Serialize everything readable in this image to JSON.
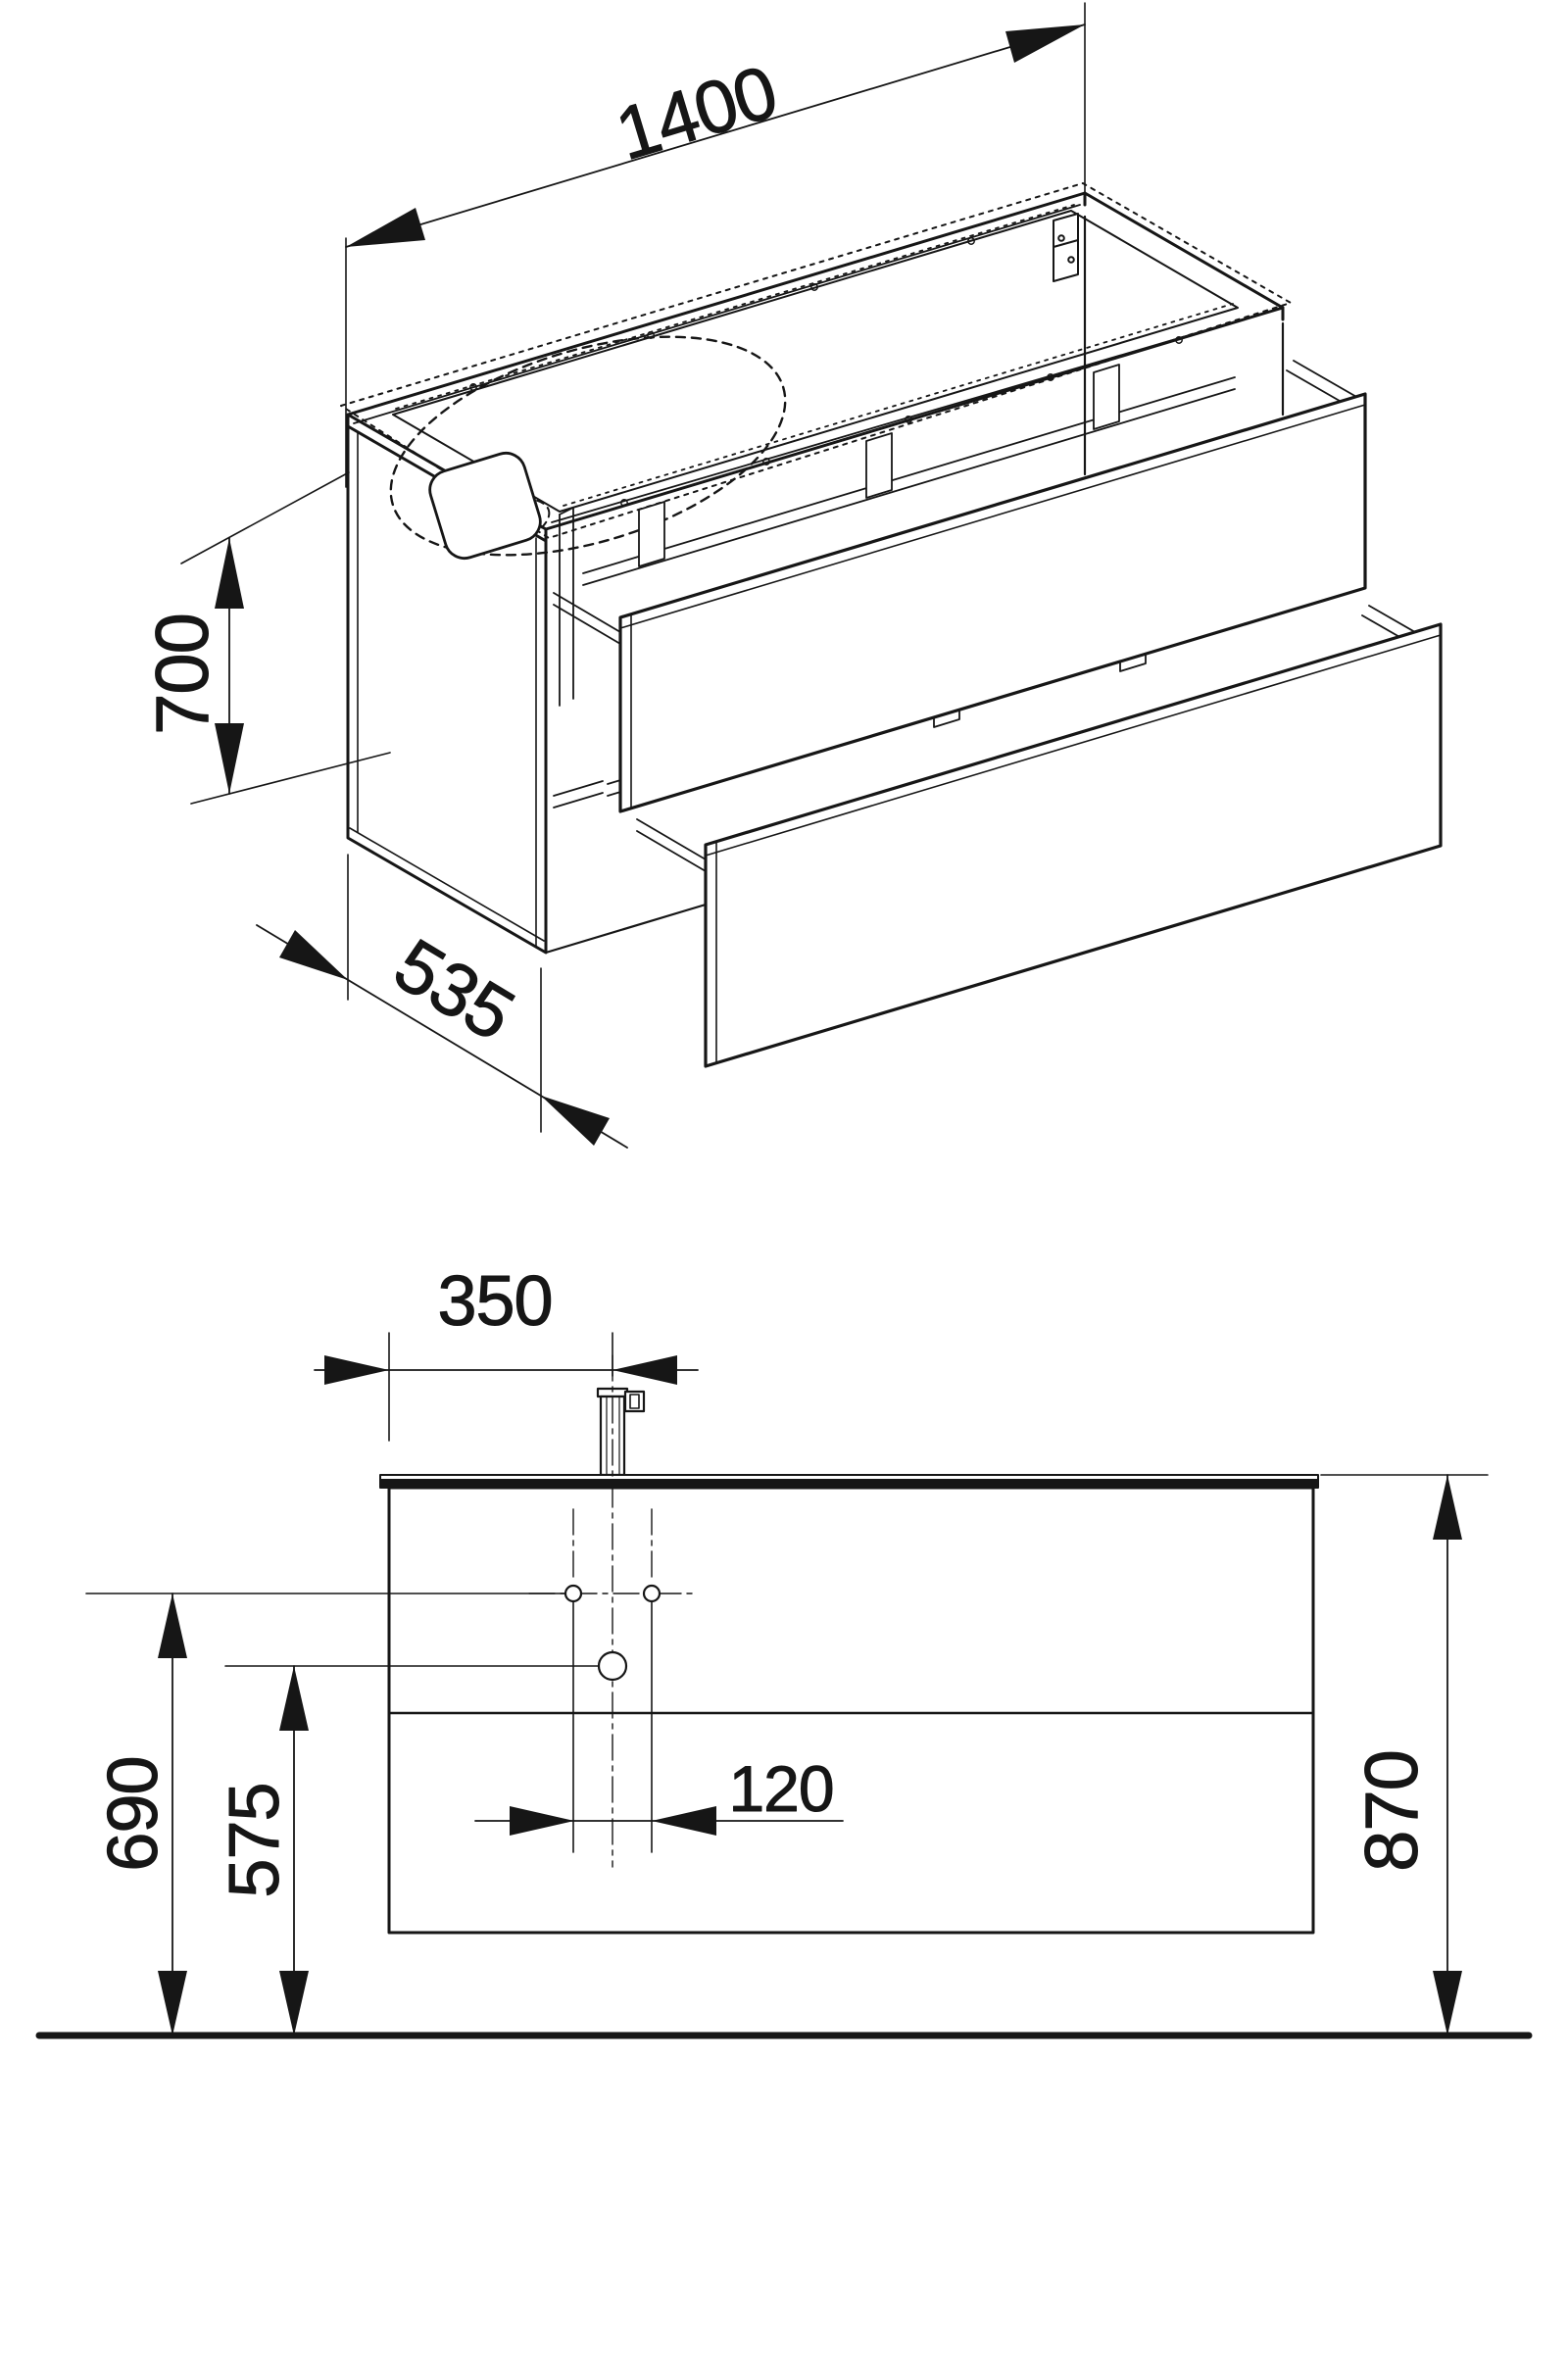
{
  "colors": {
    "background": "#ffffff",
    "line": "#161616"
  },
  "iso_view": {
    "width_mm": "1400",
    "height_mm": "700",
    "depth_mm": "535"
  },
  "front_view": {
    "tap_offset_mm": "350",
    "hole_spacing_mm": "120",
    "hole_height_mm": "690",
    "drain_height_mm": "575",
    "overall_height_mm": "870"
  }
}
